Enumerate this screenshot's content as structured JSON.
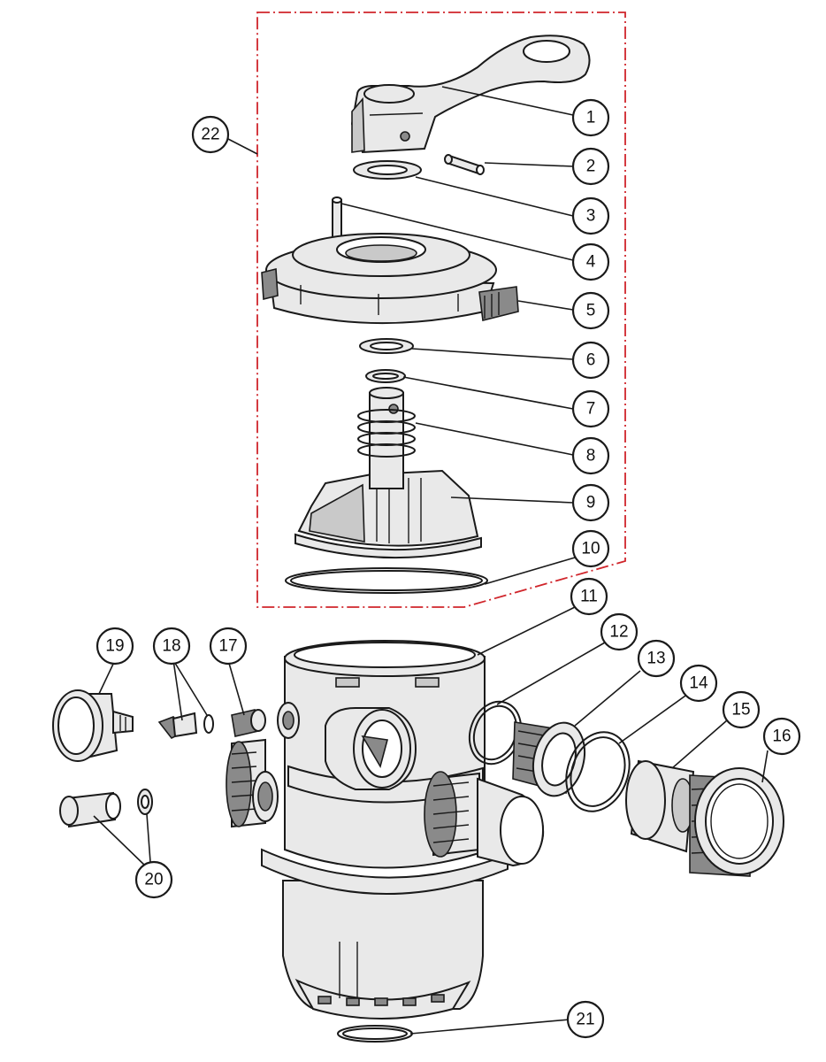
{
  "diagram": {
    "accent_color": "#d0252b",
    "line_color": "#1a1a1a",
    "callouts": [
      {
        "label": "1"
      },
      {
        "label": "2"
      },
      {
        "label": "3"
      },
      {
        "label": "4"
      },
      {
        "label": "5"
      },
      {
        "label": "6"
      },
      {
        "label": "7"
      },
      {
        "label": "8"
      },
      {
        "label": "9"
      },
      {
        "label": "10"
      },
      {
        "label": "11"
      },
      {
        "label": "12"
      },
      {
        "label": "13"
      },
      {
        "label": "14"
      },
      {
        "label": "15"
      },
      {
        "label": "16"
      },
      {
        "label": "17"
      },
      {
        "label": "18"
      },
      {
        "label": "19"
      },
      {
        "label": "20"
      },
      {
        "label": "21"
      },
      {
        "label": "22"
      }
    ]
  }
}
